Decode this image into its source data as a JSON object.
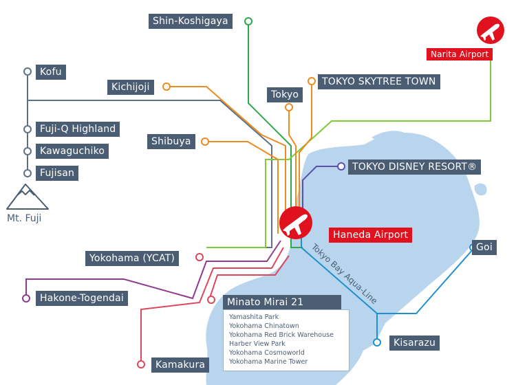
{
  "colors": {
    "water": "#b9d5ee",
    "land": "#ffffff",
    "label_bg": "#4a5d73",
    "airport_red": "#e0121f",
    "line_green": "#2aa84a",
    "line_lime": "#7cc93a",
    "line_orange": "#ef8a1f",
    "line_slate": "#5d7185",
    "line_purple": "#8e3a8e",
    "line_red": "#e0455a",
    "line_indigo": "#5a4faa",
    "line_blue": "#1f8fd0"
  },
  "icons": {
    "airport": "airplane-icon",
    "mountain": "mountain-icon",
    "station": "circle-marker-icon"
  },
  "places": {
    "shin_koshigaya": "Shin-Koshigaya",
    "narita": "Narita Airport",
    "kofu": "Kofu",
    "kichijoji": "Kichijoji",
    "tokyo": "Tokyo",
    "skytree": "TOKYO SKYTREE TOWN",
    "fujiq": "Fuji-Q Highland",
    "kawaguchiko": "Kawaguchiko",
    "fujisan": "Fujisan",
    "shibuya": "Shibuya",
    "disney": "TOKYO DISNEY RESORT®",
    "mt_fuji": "Mt. Fuji",
    "haneda": "Haneda Airport",
    "goi": "Goi",
    "ycat": "Yokohama (YCAT)",
    "hakone": "Hakone-Togendai",
    "minato_mirai": "Minato Mirai 21",
    "kisarazu": "Kisarazu",
    "kamakura": "Kamakura",
    "aqua_line": "Tokyo Bay Aqua-Line"
  },
  "minato_mirai_spots": [
    "Yamashita Park",
    "Yokohama Chinatown",
    "Yokohama Red Brick Warehouse",
    "Harber View Park",
    "Yokohama Cosmoworld",
    "Yokohama Marine Tower"
  ]
}
